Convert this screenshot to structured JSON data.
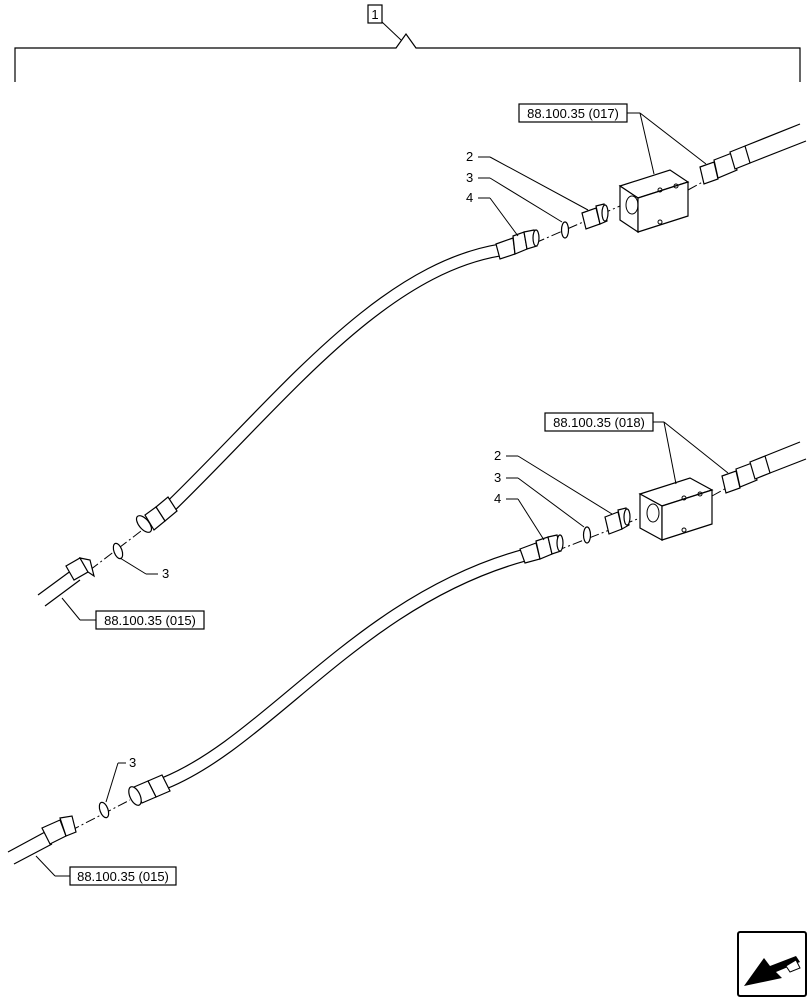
{
  "assembly_label": "1",
  "callouts": {
    "top": {
      "fitting": "2",
      "oring": "3",
      "hose": "4",
      "oring_bottom": "3"
    },
    "bottom": {
      "fitting": "2",
      "oring": "3",
      "hose": "4",
      "oring_bottom": "3"
    }
  },
  "references": {
    "top_valve": "88.100.35 (017)",
    "top_source": "88.100.35 (015)",
    "bottom_valve": "88.100.35 (018)",
    "bottom_source": "88.100.35 (015)"
  },
  "nav_icon": "next-page-arrow-icon"
}
